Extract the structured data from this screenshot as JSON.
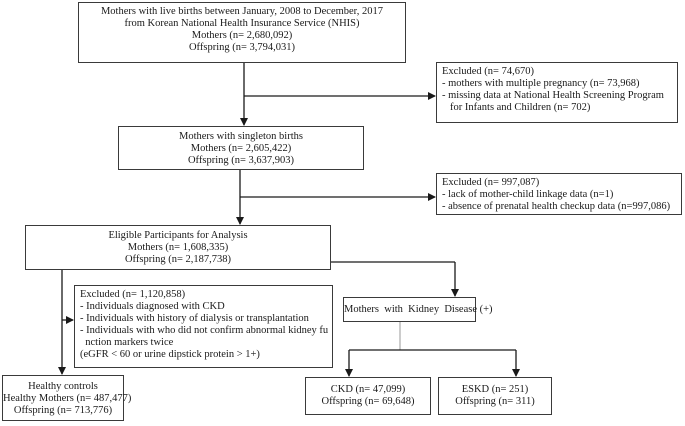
{
  "nhis_box": {
    "lines": [
      "Mothers with live births between January, 2008 to December, 2017",
      "from Korean National Health Insurance Service (NHIS)",
      "Mothers (n= 2,680,092)",
      "Offspring (n= 3,794,031)"
    ]
  },
  "exclusion_1": {
    "lines": [
      "Excluded (n= 74,670)",
      "- mothers with multiple pregnancy (n= 73,968)",
      "- missing data at National Health Screening Program",
      "for Infants and Children (n= 702)"
    ]
  },
  "singleton_box": {
    "lines": [
      "Mothers with singleton births",
      "Mothers (n= 2,605,422)",
      "Offspring (n= 3,637,903)"
    ]
  },
  "exclusion_2": {
    "lines": [
      "Excluded (n= 997,087)",
      "- lack of mother-child linkage data (n=1)",
      "- absence of prenatal health checkup data (n=997,086)"
    ]
  },
  "eligible_box": {
    "lines": [
      "Eligible Participants for Analysis",
      "Mothers (n= 1,608,335)",
      "Offspring (n= 2,187,738)"
    ]
  },
  "exclusion_3": {
    "lines": [
      "Excluded (n= 1,120,858)",
      "- Individuals diagnosed with CKD",
      "- Individuals with history of dialysis or transplantation",
      "- Individuals with who did not confirm abnormal kidney fu",
      "  nction markers twice",
      "(eGFR < 60 or urine dipstick protein > 1+)"
    ]
  },
  "kidney_box": {
    "label": "Mothers  with  Kidney  Disease (+)"
  },
  "healthy_box": {
    "lines": [
      "Healthy controls",
      "Healthy Mothers (n= 487,477)",
      "Offspring (n= 713,776)"
    ]
  },
  "ckd_box": {
    "lines": [
      "CKD (n= 47,099)",
      "Offspring (n= 69,648)"
    ]
  },
  "eskd_box": {
    "lines": [
      "ESKD (n= 251)",
      "Offspring (n= 311)"
    ]
  },
  "colors": {
    "line": "#3a3a3a",
    "grey_connector": "#9a9a9a"
  }
}
